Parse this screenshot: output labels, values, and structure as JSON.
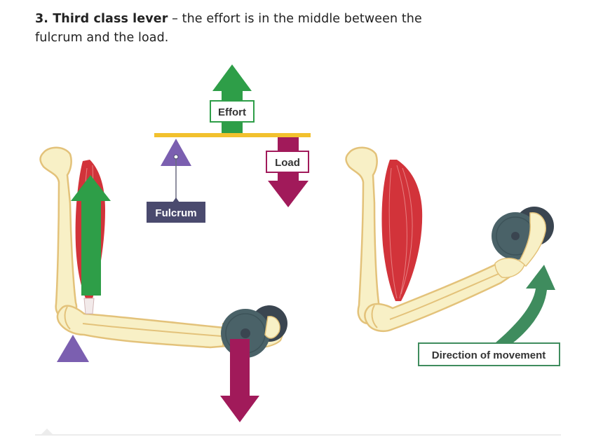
{
  "heading": {
    "number": "3.",
    "term": "Third class lever",
    "dash": " – ",
    "description": "the effort is in the middle between the fulcrum and the load."
  },
  "lever_diagram": {
    "labels": {
      "effort": "Effort",
      "load": "Load",
      "fulcrum": "Fulcrum"
    }
  },
  "arm_diagram": {
    "movement_label": "Direction of movement"
  },
  "colors": {
    "effort_green": "#2e9e48",
    "load_magenta": "#a11a5a",
    "fulcrum_purple": "#7b5fb0",
    "fulcrum_label_bg": "#4a4a6e",
    "beam_yellow": "#f2c12e",
    "bone_fill": "#f8f0c6",
    "bone_outline": "#e3c27a",
    "muscle_red": "#d2333a",
    "weight_teal": "#4a6268",
    "weight_dark": "#3a4550",
    "movement_green": "#3f8c5e"
  }
}
